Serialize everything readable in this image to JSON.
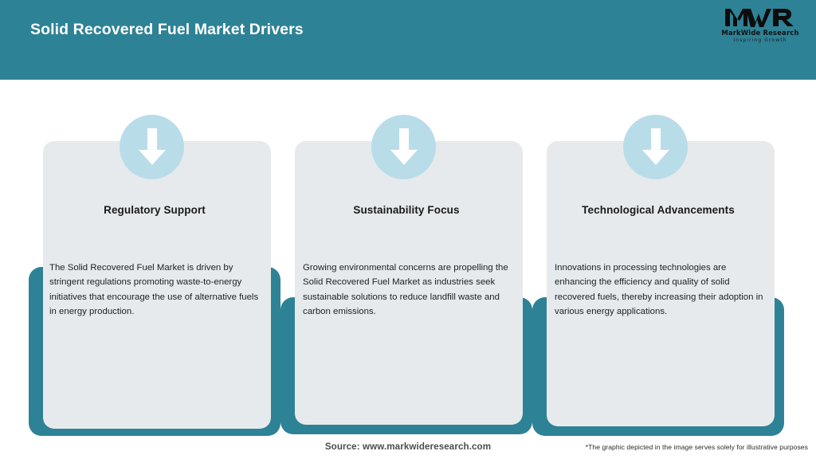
{
  "header": {
    "title": "Solid Recovered Fuel Market Drivers",
    "band_color": "#2e8296"
  },
  "logo": {
    "mark": "MWR",
    "name": "MarkWide Research",
    "tagline": "Inspiring Growth"
  },
  "icons": {
    "arrow": "down-arrow-icon",
    "circle_color": "#b9dce9",
    "arrow_color": "#ffffff"
  },
  "cards": [
    {
      "icon": "down-arrow-icon",
      "title": "Regulatory Support",
      "body": "The Solid Recovered Fuel Market is driven by stringent regulations promoting waste-to-energy initiatives that encourage the use of alternative fuels in energy production."
    },
    {
      "icon": "down-arrow-icon",
      "title": "Sustainability Focus",
      "body": "Growing environmental concerns are propelling the Solid Recovered Fuel Market as industries seek sustainable solutions to reduce landfill waste and carbon emissions."
    },
    {
      "icon": "down-arrow-icon",
      "title": "Technological Advancements",
      "body": "Innovations in processing technologies are enhancing the efficiency and quality of solid recovered fuels, thereby increasing their adoption in various energy applications."
    }
  ],
  "footer": {
    "source": "Source: www.markwideresearch.com",
    "disclaimer": "*The graphic depicted in the image serves solely for illustrative purposes"
  },
  "colors": {
    "teal": "#2e8296",
    "card_bg": "#e6eaec",
    "accent_light": "#b9dce9"
  }
}
